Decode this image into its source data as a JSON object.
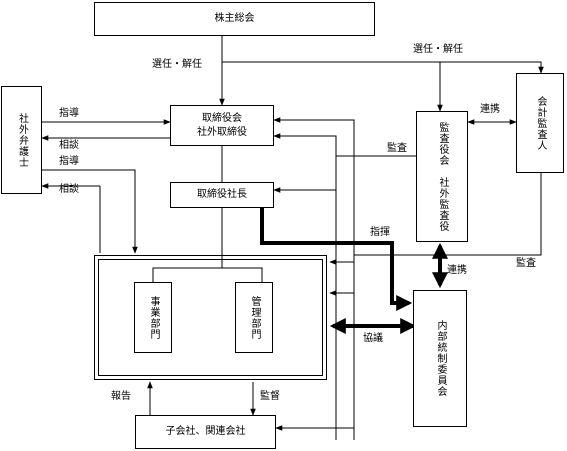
{
  "boxes": {
    "shareholders": "株主総会",
    "board": [
      "取締役会",
      "社外取締役"
    ],
    "president": "取締役社長",
    "lawyer": "社外弁護士",
    "auditors": "監査役会　社外監査役",
    "accounting_auditor": "会計監査人",
    "business_dept": "事業部門",
    "admin_dept": "管理部門",
    "internal_control": "内部統制委員会",
    "subsidiaries": "子会社、関連会社"
  },
  "labels": {
    "elect_dismiss_left": "選任・解任",
    "elect_dismiss_right": "選任・解任",
    "guidance_1": "指導",
    "consult_1": "相談",
    "guidance_2": "指導",
    "consult_2": "相談",
    "cooperation_top": "連携",
    "audit_board": "監査",
    "command": "指揮",
    "cooperation_mid": "連携",
    "audit_right": "監査",
    "consultation": "協議",
    "report": "報告",
    "supervision": "監督"
  }
}
